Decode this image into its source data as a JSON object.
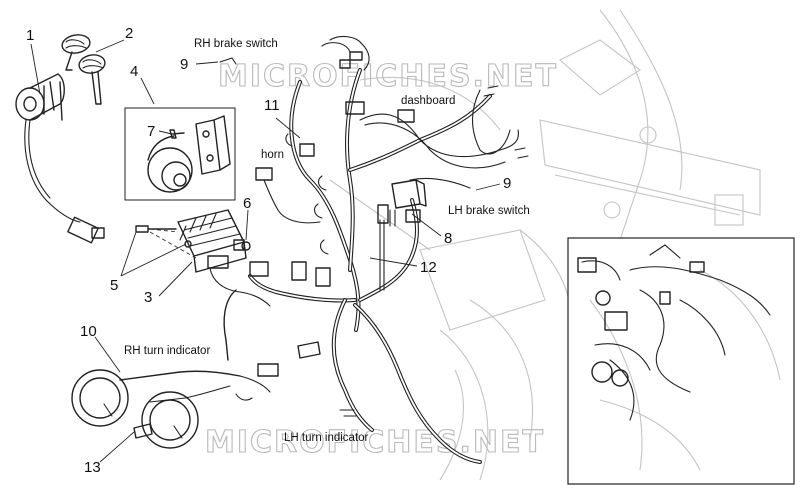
{
  "watermark": "MICROFICHES.NET",
  "callouts": {
    "n1": "1",
    "n2": "2",
    "n3": "3",
    "n4": "4",
    "n5": "5",
    "n6": "6",
    "n7": "7",
    "n8": "8",
    "n9a": "9",
    "n9b": "9",
    "n10": "10",
    "n11": "11",
    "n12": "12",
    "n13": "13"
  },
  "labels": {
    "rh_brake_switch": "RH brake switch",
    "dashboard": "dashboard",
    "horn": "horn",
    "lh_brake_switch": "LH brake switch",
    "rh_turn_indicator": "RH turn indicator",
    "lh_turn_indicator": "LH turn indicator"
  }
}
